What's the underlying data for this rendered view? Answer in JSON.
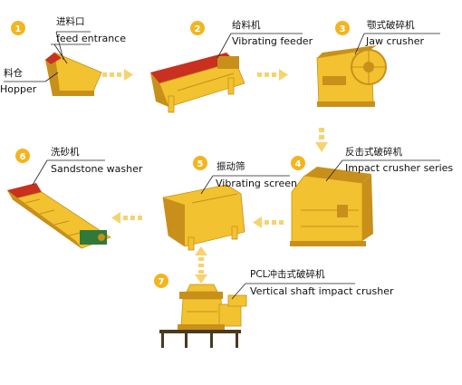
{
  "colors": {
    "badge": "#f3b51f",
    "arrow": "#f5d36e",
    "machine_yellow": "#f2c230",
    "machine_dark": "#c8901a",
    "machine_red": "#c9301f",
    "machine_green": "#2f7a3a",
    "leader": "#222222"
  },
  "steps": [
    {
      "number": "1",
      "label_zh": "进料口",
      "label_en": "feed entrance",
      "sub_zh": "料仓",
      "sub_en": "Hopper"
    },
    {
      "number": "2",
      "label_zh": "给料机",
      "label_en": "Vibrating feeder"
    },
    {
      "number": "3",
      "label_zh": "颚式破碎机",
      "label_en": "Jaw crusher"
    },
    {
      "number": "4",
      "label_zh": "反击式破碎机",
      "label_en": "Impact crusher series"
    },
    {
      "number": "5",
      "label_zh": "振动筛",
      "label_en": "Vibrating screen"
    },
    {
      "number": "6",
      "label_zh": "洗砂机",
      "label_en": "Sandstone washer"
    },
    {
      "number": "7",
      "label_zh": "PCL冲击式破碎机",
      "label_en": "Vertical shaft impact crusher"
    }
  ]
}
